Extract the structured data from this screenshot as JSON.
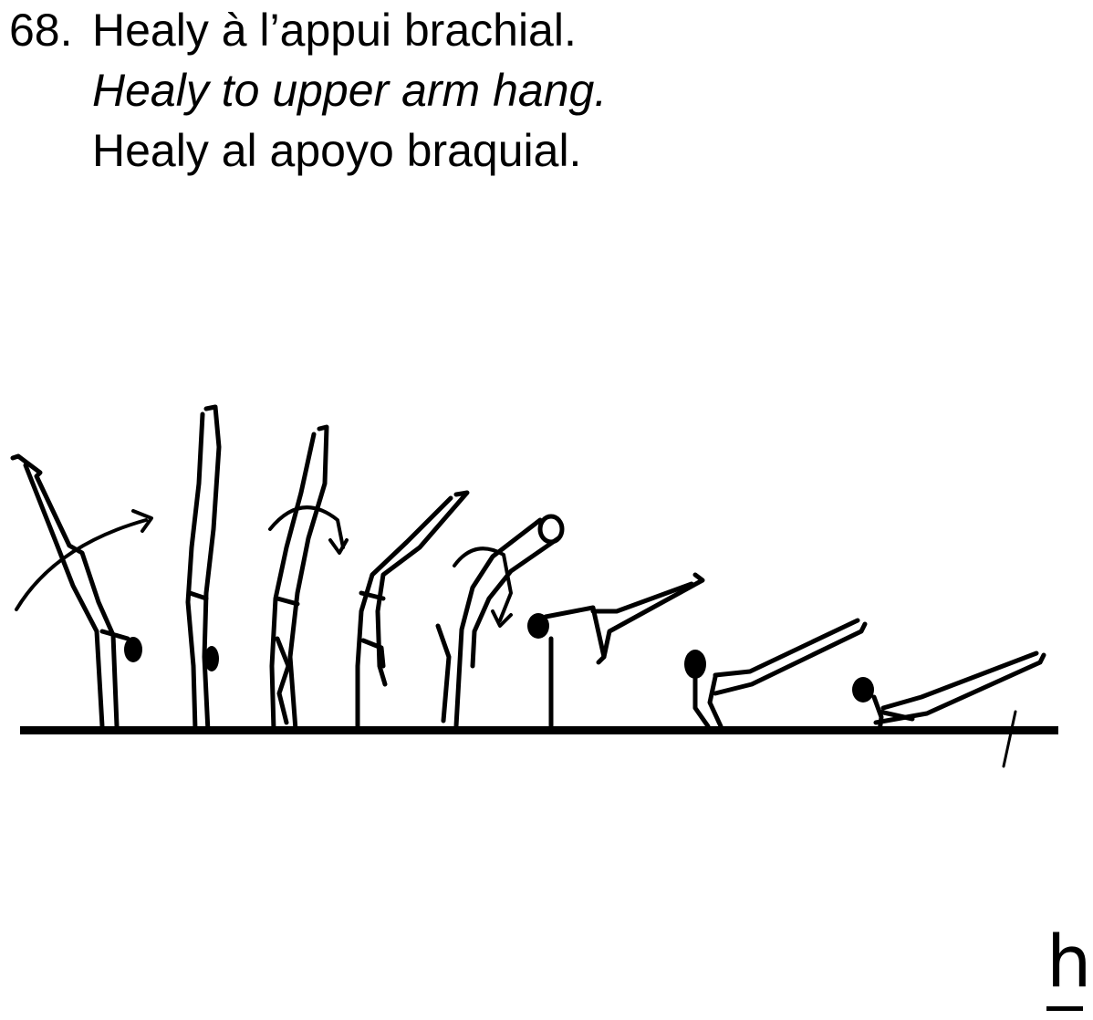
{
  "element": {
    "number": "68.",
    "name_fr": "Healy à l’appui brachial.",
    "name_en": "Healy to upper arm hang.",
    "name_es": "Healy al apoyo braquial."
  },
  "difficulty": "h",
  "colors": {
    "ink": "#000000",
    "paper": "#ffffff"
  },
  "figure": {
    "icons": [
      "gymnast-silhouette-icon",
      "rotation-arrow-icon",
      "parallel-bar-icon"
    ],
    "stages": 8
  }
}
